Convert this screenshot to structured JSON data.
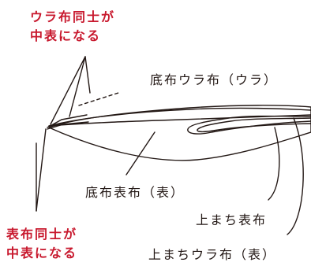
{
  "labels": {
    "top_red": "ウラ布同士が\n中表になる",
    "bottom_red": "表布同士が\n中表になる",
    "bottom_lining": "底布ウラ布（ウラ）",
    "bottom_outer": "底布表布（表）",
    "upper_outer": "上まち表布",
    "upper_lining": "上まちウラ布（表）"
  },
  "colors": {
    "accent_red": "#c8192e",
    "ink": "#231815",
    "background": "#ffffff"
  }
}
